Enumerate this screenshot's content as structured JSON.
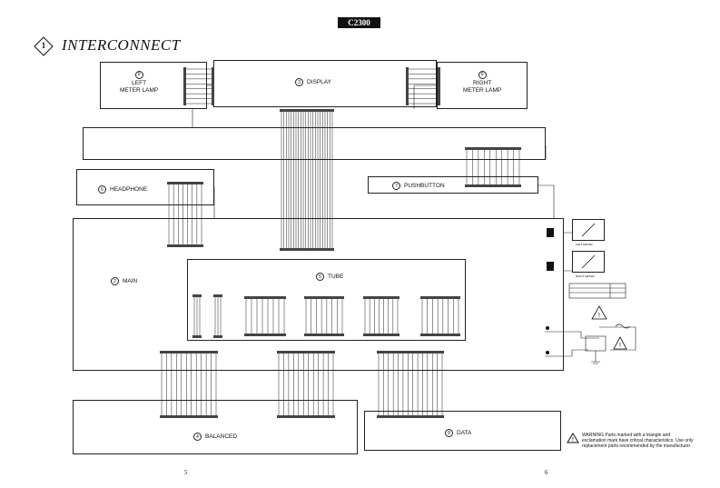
{
  "header": {
    "model": "C2300"
  },
  "section": {
    "number": "1",
    "title": "INTERCONNECT"
  },
  "boards": {
    "left_meter_lamp": {
      "number": "9",
      "label_line1": "LEFT",
      "label_line2": "METER LAMP"
    },
    "right_meter_lamp": {
      "number": "9",
      "label_line1": "RIGHT",
      "label_line2": "METER LAMP"
    },
    "display": {
      "number": "3",
      "label": "DISPLAY"
    },
    "headphone": {
      "number": "6",
      "label": "HEADPHONE"
    },
    "pushbutton": {
      "number": "7",
      "label": "PUSHBUTTON"
    },
    "main": {
      "number": "2",
      "label": "MAIN"
    },
    "tube": {
      "number": "5",
      "label": "TUBE"
    },
    "balanced": {
      "number": "4",
      "label": "BALANCED"
    },
    "data": {
      "number": "8",
      "label": "DATA"
    }
  },
  "meters": {
    "left": {
      "label": "LEFT METER"
    },
    "right": {
      "label": "RIGHT METER"
    }
  },
  "warning": {
    "text": "WARNING Parts marked with a triangle and exclamation mark have critical characteristics. Use only replacement parts recommended by the manufacturer."
  },
  "pages": {
    "left": "5",
    "right": "6"
  }
}
